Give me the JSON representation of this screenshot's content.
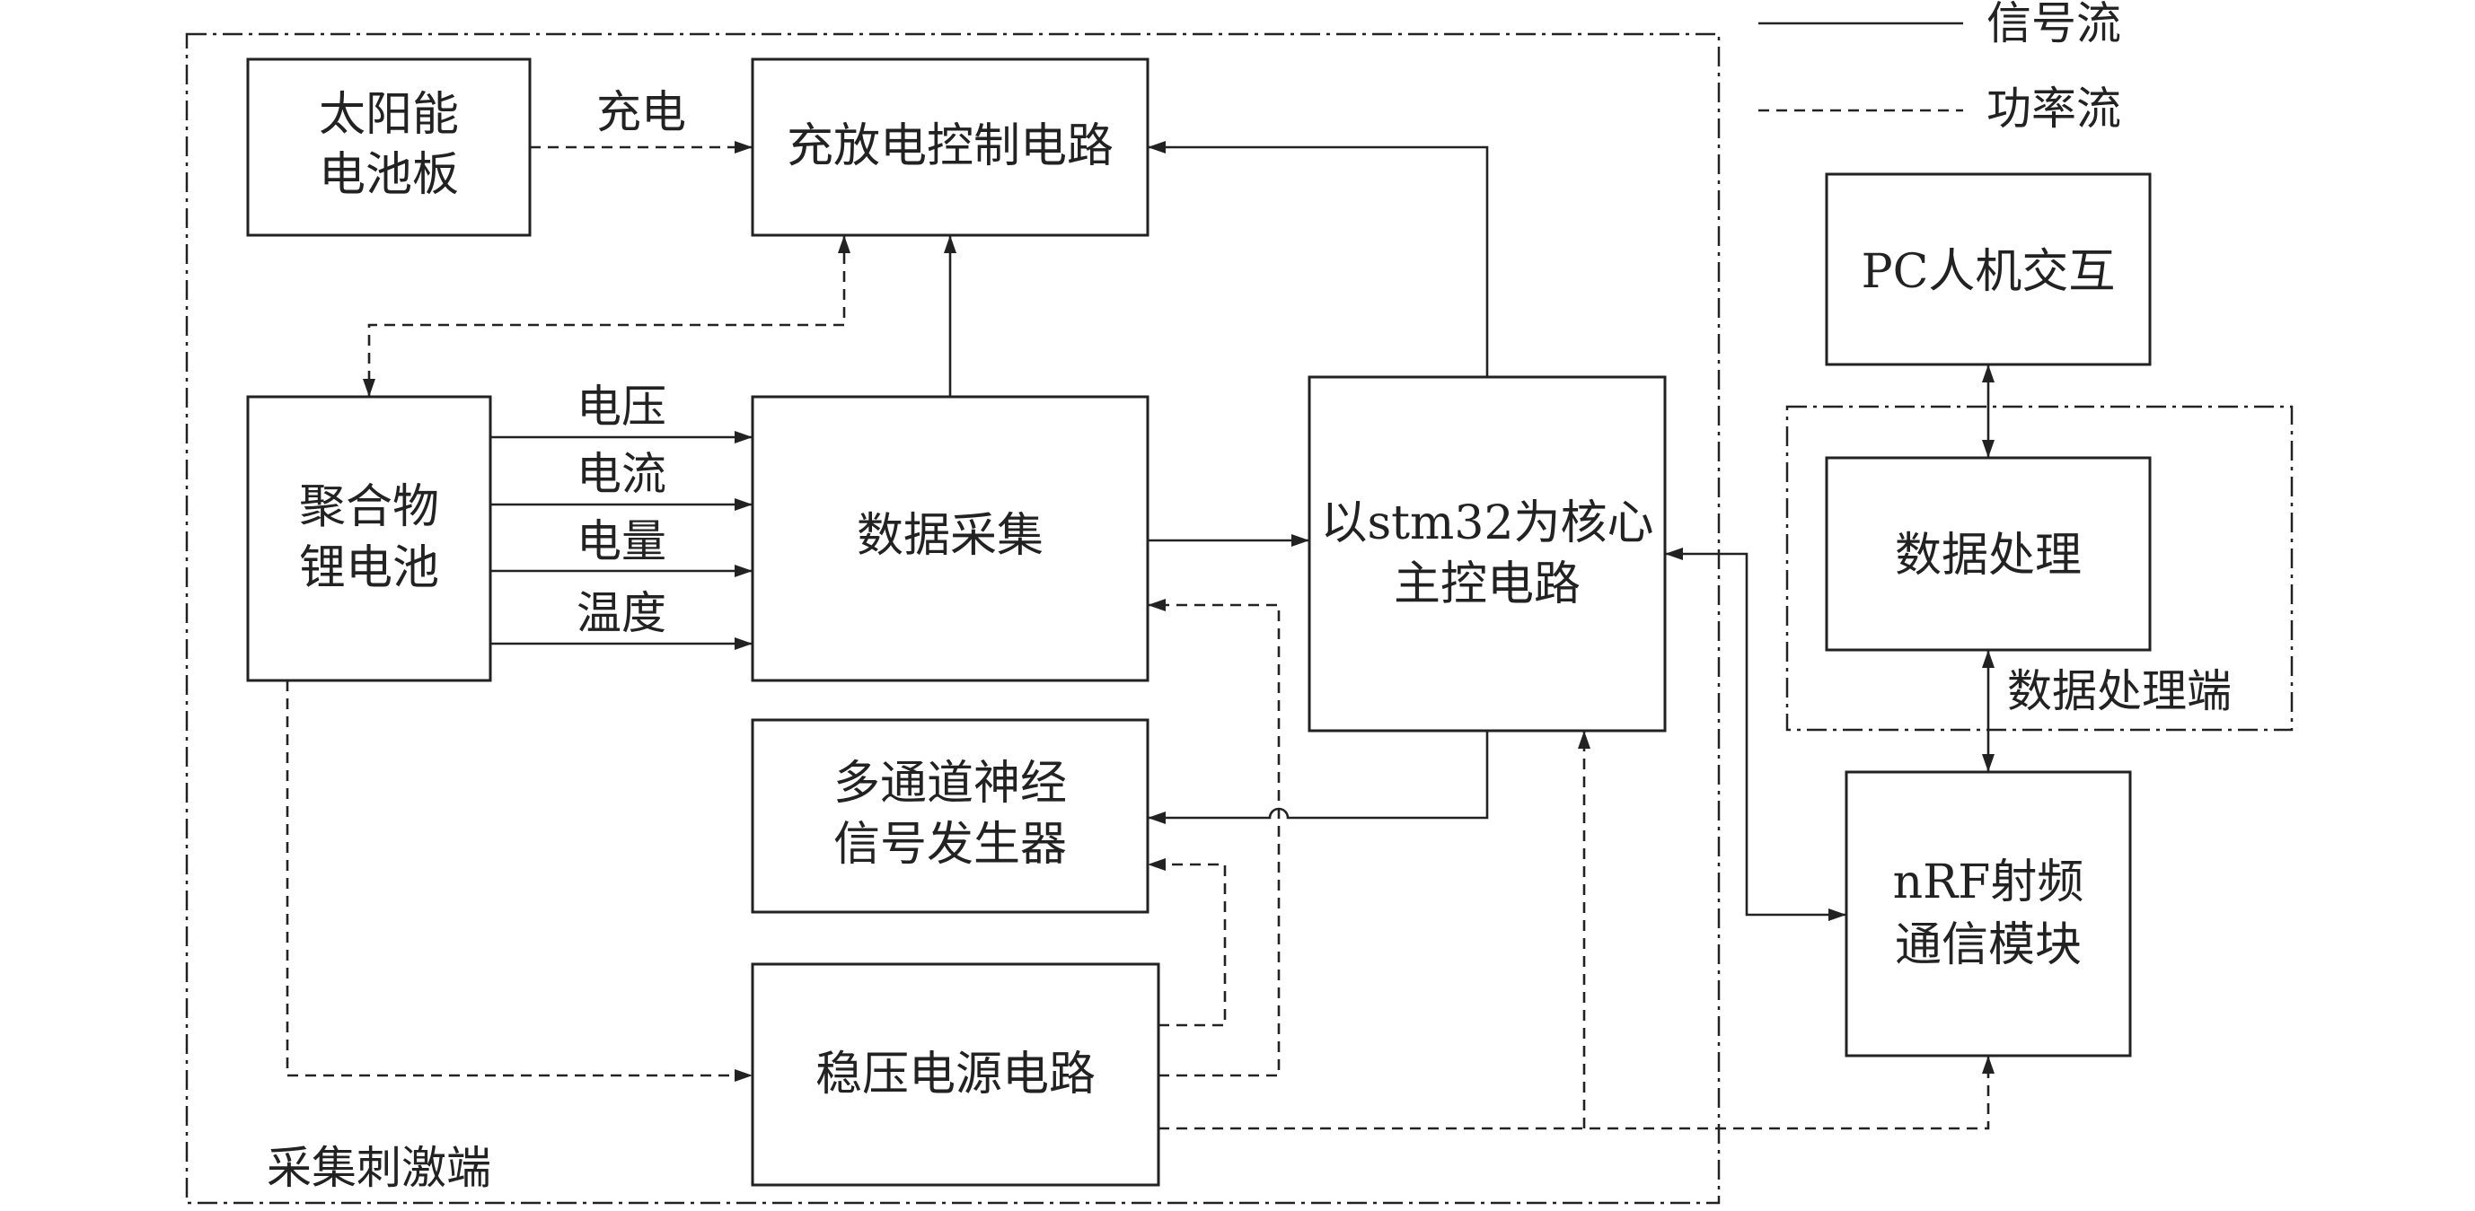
{
  "legend": {
    "signal_label": "信号流",
    "power_label": "功率流"
  },
  "regions": {
    "acquisition": "采集刺激端",
    "processing": "数据处理端"
  },
  "blocks": {
    "solar": [
      "太阳能",
      "电池板"
    ],
    "charge_ctrl": [
      "充放电控制电路"
    ],
    "battery": [
      "聚合物",
      "锂电池"
    ],
    "data_acq": [
      "数据采集"
    ],
    "mcu": [
      "以stm32为核心",
      "主控电路"
    ],
    "neural_gen": [
      "多通道神经",
      "信号发生器"
    ],
    "regulator": [
      "稳压电源电路"
    ],
    "pc": [
      "PC人机交互"
    ],
    "data_proc": [
      "数据处理"
    ],
    "nrf": [
      "nRF射频",
      "通信模块"
    ]
  },
  "edge_labels": {
    "charge": "充电",
    "voltage": "电压",
    "current": "电流",
    "capacity": "电量",
    "temperature": "温度"
  },
  "colors": {
    "ink": "#222222",
    "background": "#ffffff"
  }
}
